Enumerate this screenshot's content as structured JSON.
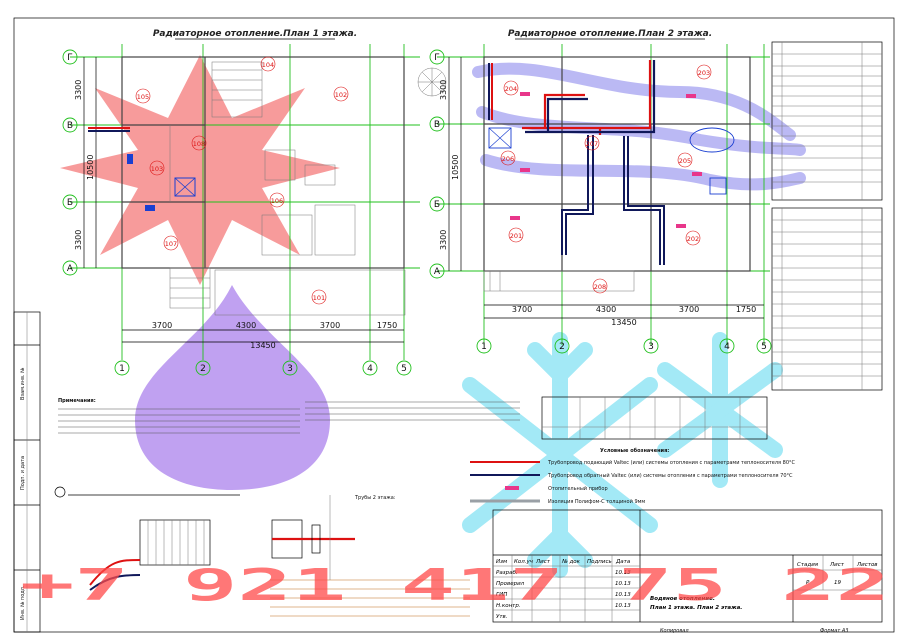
{
  "titles": {
    "plan1": "Радиаторное отопление.План 1 этажа.",
    "plan2": "Радиаторное отопление.План 2 этажа."
  },
  "axes_letters": [
    "Г",
    "В",
    "Б",
    "А"
  ],
  "axes_numbers": [
    "1",
    "2",
    "3",
    "4",
    "5"
  ],
  "dims_vertical": {
    "top": "3300",
    "middle": "10500",
    "bottom": "3300"
  },
  "dims_horizontal": [
    "3700",
    "4300",
    "3700",
    "1750"
  ],
  "dims_total": "13450",
  "rooms_floor1": [
    "104",
    "105",
    "102",
    "108",
    "103",
    "106",
    "107",
    "101"
  ],
  "rooms_floor2": [
    "204",
    "203",
    "207",
    "206",
    "205",
    "201",
    "202",
    "208"
  ],
  "legend": {
    "title": "Условные обозначения:",
    "supply": "Трубопровод подающий Valtec (или) системы отопления с параметрами теплоносителя 80°С",
    "return": "Трубопровод обратный Valtec (или) системы отопления с параметрами теплоносителя 70°С",
    "device": "Отопительный прибор",
    "insulation": "Изоляция Полифом-С толщиной 9мм"
  },
  "notes_title": "Примечания:",
  "riser_note": "Трубы 2 этажа:",
  "sheet_stamp": {
    "cols": [
      "Изм",
      "Кол.уч",
      "Лист",
      "№ док",
      "Подпись",
      "Дата"
    ],
    "rows": [
      "Разраб.",
      "Проверил",
      "ГИП",
      "Н.контр.",
      "Утв."
    ],
    "dates": [
      "10.13",
      "10.13",
      "10.13",
      "10.13"
    ],
    "stage_h": "Стадия",
    "sheet_h": "Лист",
    "sheets_h": "Листов",
    "stage": "Р",
    "sheet": "19",
    "desc1": "Водяное отопление.",
    "desc2": "План 1 этажа. План 2 этажа."
  },
  "side_stamp": [
    "Взам.инв. №",
    "Подп. и дата",
    "Инв. № подл."
  ],
  "footer": {
    "copied": "Копировал",
    "format": "Формат А3"
  },
  "watermark": "+7 921 417 75 22"
}
